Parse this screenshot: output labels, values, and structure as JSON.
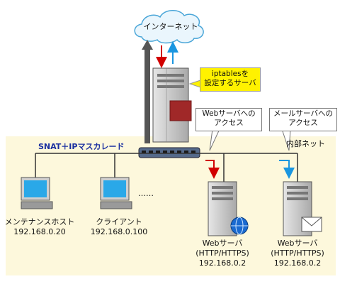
{
  "cloud": {
    "label": "インターネット"
  },
  "firewall": {
    "callout": "iptablesを\n設定するサーバ"
  },
  "switch": {
    "label": "SNAT＋IPマスカレード"
  },
  "network": {
    "label": "内部ネット"
  },
  "hosts": [
    {
      "name": "メンテナンスホスト",
      "ip": "192.168.0.20"
    },
    {
      "name": "クライアント",
      "ip": "192.168.0.100"
    }
  ],
  "ellipsis": "……",
  "servers": [
    {
      "name": "Webサーバ",
      "protocol": "(HTTP/HTTPS)",
      "ip": "192.168.0.2",
      "icon": "globe-icon"
    },
    {
      "name": "Webサーバ",
      "protocol": "(HTTP/HTTPS)",
      "ip": "192.168.0.2",
      "icon": "mail-icon"
    }
  ],
  "callouts": {
    "web_access": "Webサーバへの\nアクセス",
    "mail_access": "メールサーバへの\nアクセス"
  },
  "colors": {
    "internal_bg": "#fdf8dc",
    "inbound_arrow": "#d10000",
    "outbound_arrow": "#1a96e0",
    "callout_yellow": "#fff200",
    "server_gray": "#c9c9c9",
    "uplink_arrow": "#555555"
  }
}
